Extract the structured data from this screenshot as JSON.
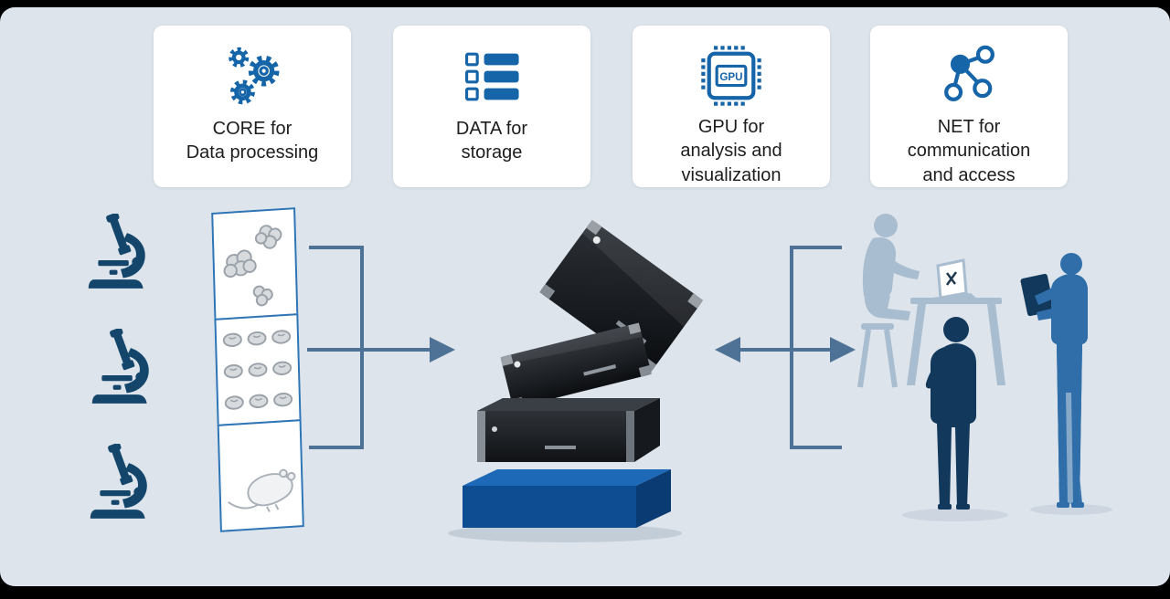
{
  "cards": [
    {
      "label": "CORE for\nData processing",
      "icon": "gears-icon"
    },
    {
      "label": "DATA for\nstorage",
      "icon": "storage-servers-icon"
    },
    {
      "label": "GPU for\nanalysis and\nvisualization",
      "icon": "gpu-chip-icon"
    },
    {
      "label": "NET for\ncommunication\nand access",
      "icon": "network-nodes-icon"
    }
  ],
  "icons": {
    "gpu_chip_label": "GPU"
  },
  "left": {
    "microscope_count": 3,
    "specimen_panels": [
      "molecule-clusters",
      "brain-grid",
      "lab-animal-outline"
    ]
  },
  "center": {
    "device_count": 3
  },
  "right": {
    "figures": [
      "person-seated-with-laptop",
      "person-standing-dark",
      "person-standing-with-tablet"
    ]
  },
  "colors": {
    "background": "#dde4eb",
    "frame": "#000000",
    "icon_blue": "#1565a8",
    "arrow": "#4e7295",
    "microscope_navy": "#14466b",
    "panel_border": "#2e75b6",
    "pedestal_blue": "#0e4d92",
    "person_light": "#a9bdd0",
    "person_dark": "#12395c",
    "person_blue": "#2f6ea9"
  }
}
